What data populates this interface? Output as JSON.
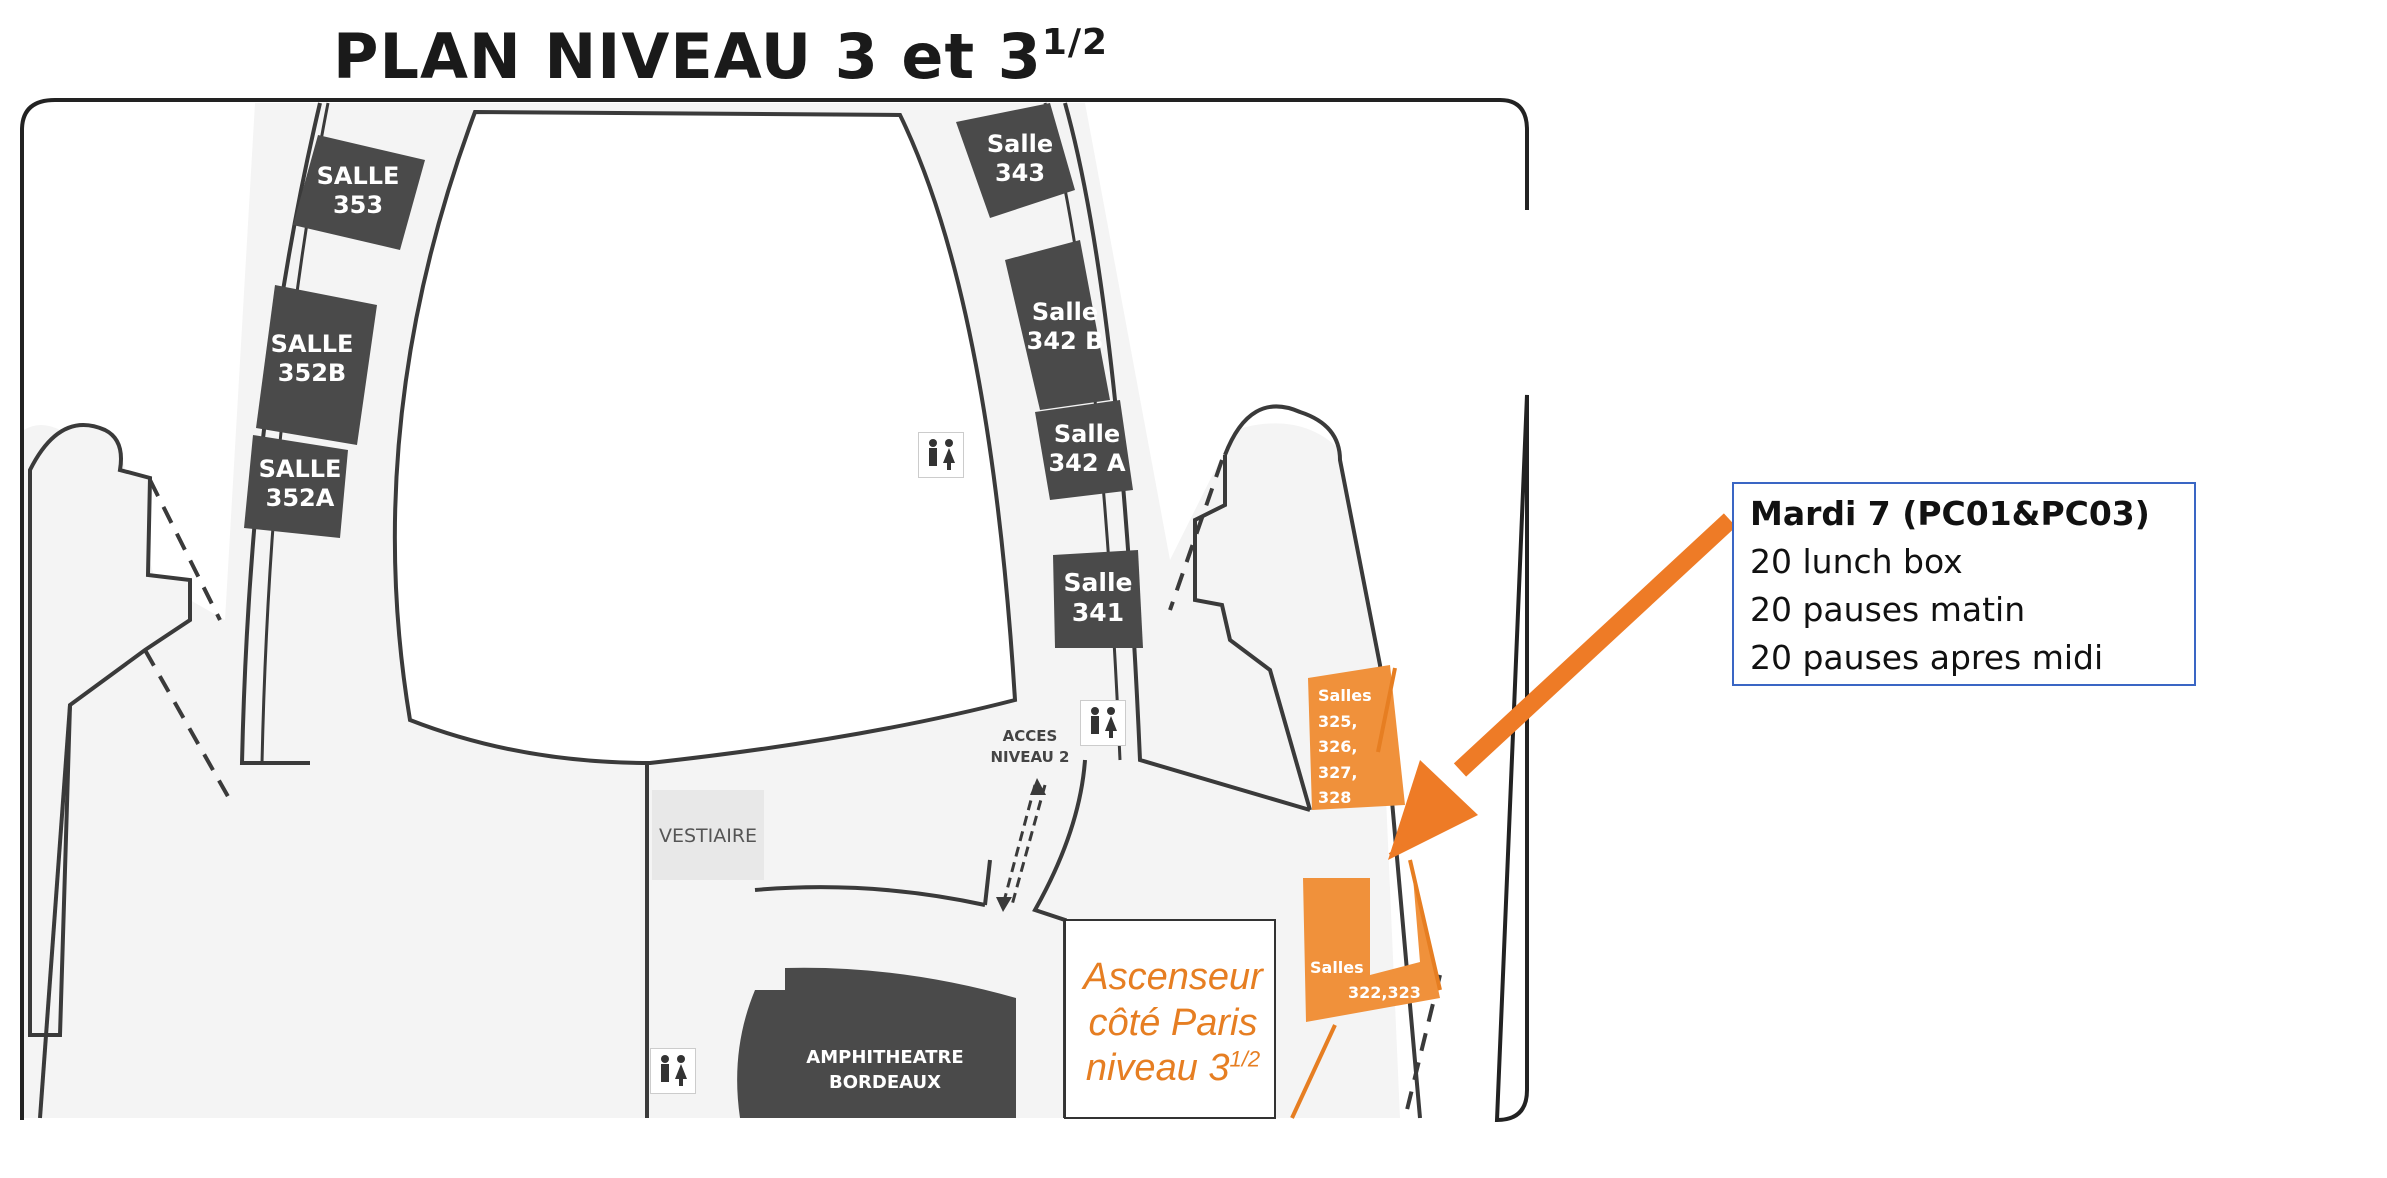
{
  "title": {
    "main": "PLAN NIVEAU 3 et 3",
    "sup": "1/2"
  },
  "rooms": {
    "salle_353": [
      "SALLE",
      "353"
    ],
    "salle_352b": [
      "SALLE",
      "352B"
    ],
    "salle_352a": [
      "SALLE",
      "352A"
    ],
    "salle_343": [
      "Salle",
      "343"
    ],
    "salle_342b": [
      "Salle",
      "342 B"
    ],
    "salle_342a": [
      "Salle",
      "342 A"
    ],
    "salle_341": [
      "Salle",
      "341"
    ]
  },
  "orange_rooms": {
    "salles_325": [
      "Salles",
      "325,",
      "326,",
      "327,",
      "328"
    ],
    "salles_322": [
      "Salles",
      "322,323"
    ]
  },
  "labels": {
    "acces": [
      "ACCES",
      "NIVEAU 2"
    ],
    "vestiaire": "VESTIAIRE",
    "amphi": [
      "AMPHITHEATRE",
      "BORDEAUX"
    ]
  },
  "ascenseur": {
    "line1": "Ascenseur",
    "line2": "côté Paris",
    "line3": "niveau 3",
    "sup": "1/2"
  },
  "infobox": {
    "lines": [
      "Mardi 7 (PC01&PC03)",
      "20 lunch box",
      "20 pauses matin",
      "20 pauses apres midi"
    ]
  },
  "colors": {
    "room_fill": "#4a4a4a",
    "orange": "#f0913b",
    "arrow": "#ee7b26",
    "floor": "#f4f4f4",
    "outline": "#3a3a3a",
    "box_border": "#3a66c4"
  },
  "icons": {
    "restroom": "restroom-icon",
    "arrow": "arrow-icon"
  }
}
